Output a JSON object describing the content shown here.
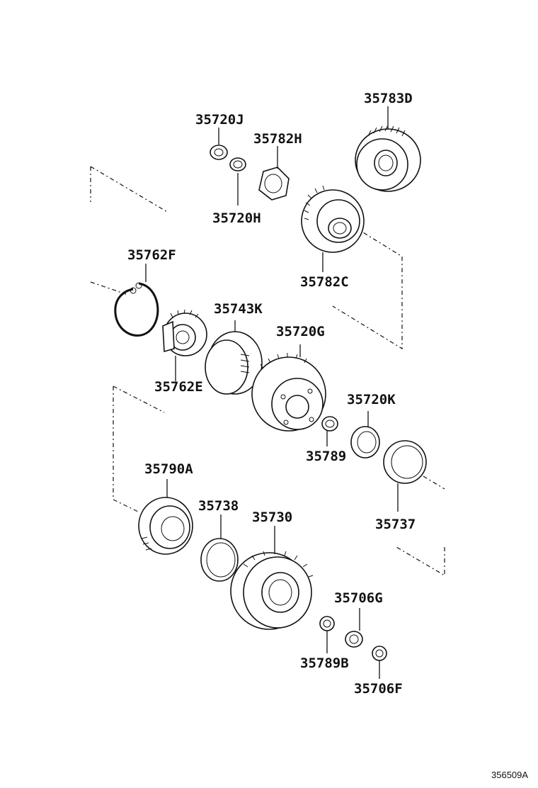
{
  "diagram": {
    "reference_code": "356509A",
    "parts": [
      {
        "id": "35783D"
      },
      {
        "id": "35720J"
      },
      {
        "id": "35782H"
      },
      {
        "id": "35720H"
      },
      {
        "id": "35782C"
      },
      {
        "id": "35762F"
      },
      {
        "id": "35743K"
      },
      {
        "id": "35720G"
      },
      {
        "id": "35762E"
      },
      {
        "id": "35720K"
      },
      {
        "id": "35789"
      },
      {
        "id": "35790A"
      },
      {
        "id": "35738"
      },
      {
        "id": "35730"
      },
      {
        "id": "35737"
      },
      {
        "id": "35706G"
      },
      {
        "id": "35789B"
      },
      {
        "id": "35706F"
      }
    ]
  }
}
